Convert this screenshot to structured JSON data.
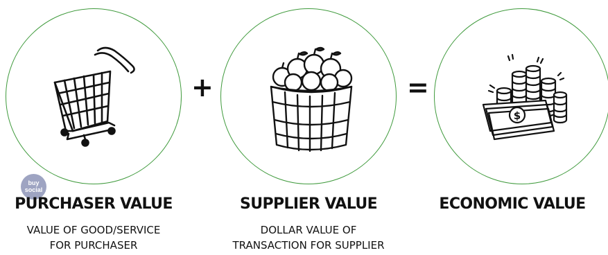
{
  "operators": {
    "plus": "+",
    "equals": "="
  },
  "purchaser": {
    "title": "PURCHASER VALUE",
    "subtitle_line1": "VALUE OF GOOD/SERVICE",
    "subtitle_line2": "FOR PURCHASER",
    "icon": "shopping-cart-icon"
  },
  "supplier": {
    "title": "SUPPLIER VALUE",
    "subtitle_line1": "DOLLAR VALUE OF",
    "subtitle_line2": "TRANSACTION FOR SUPPLIER",
    "icon": "apple-basket-icon"
  },
  "economic": {
    "title": "ECONOMIC VALUE",
    "icon": "money-stack-icon"
  },
  "logo": {
    "line1": "buy",
    "line2": "social"
  },
  "colors": {
    "circle_stroke": "#3f9a3c",
    "text": "#111111",
    "logo_bg": "#9ea4c2"
  }
}
